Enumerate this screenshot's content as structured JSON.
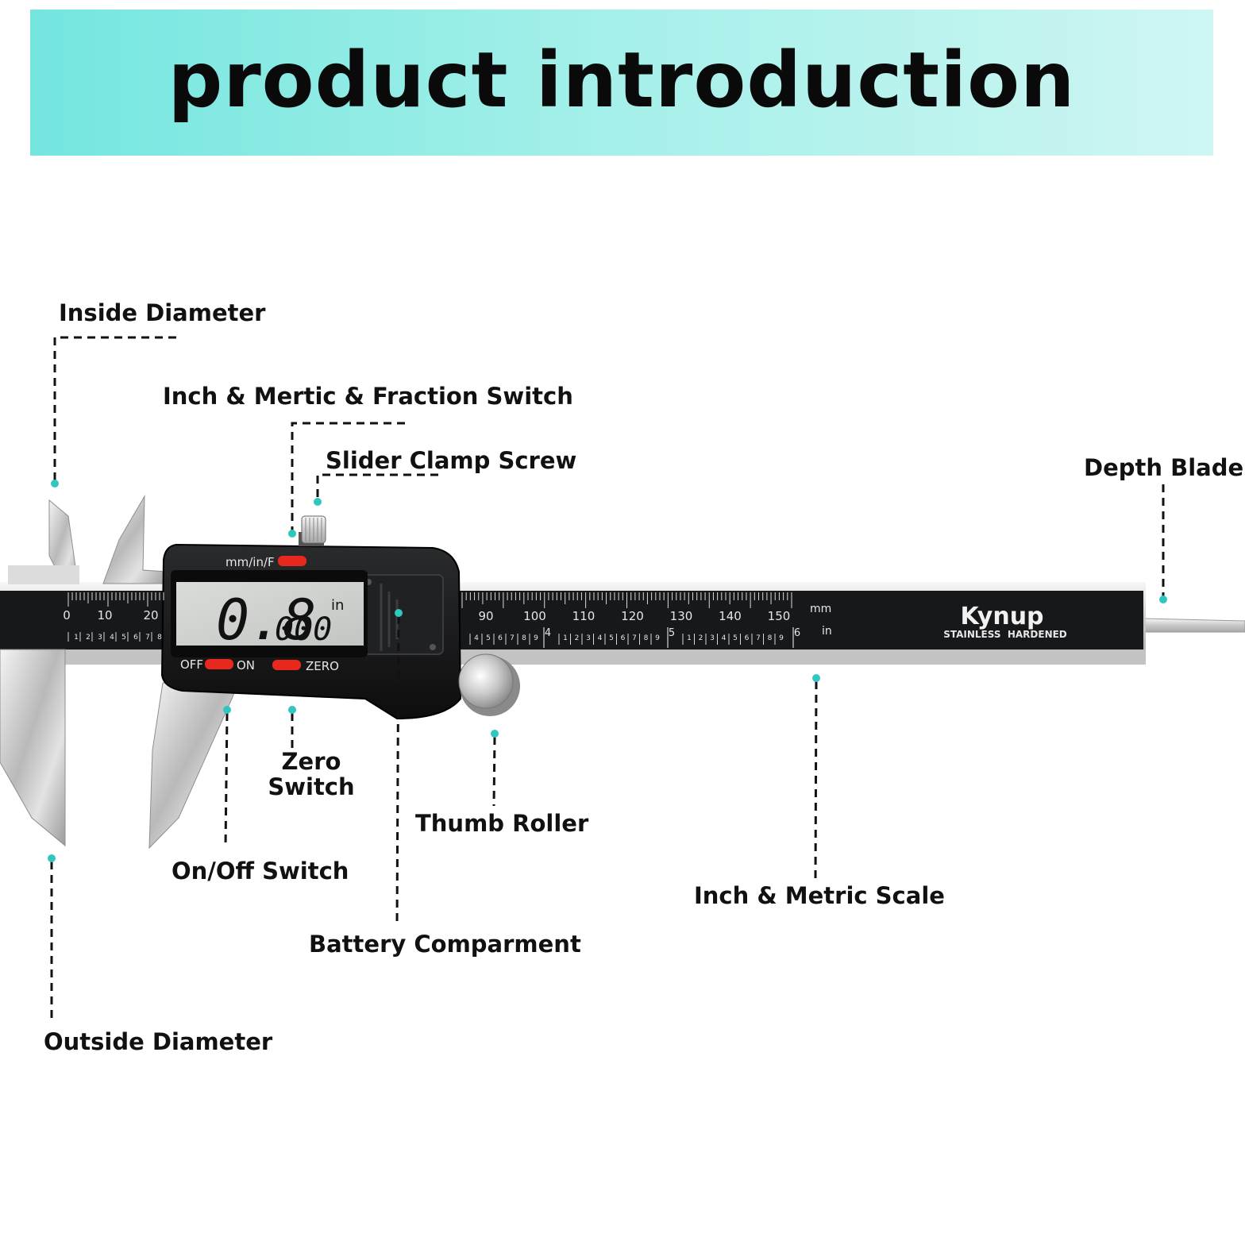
{
  "header": {
    "title": "product introduction"
  },
  "colors": {
    "banner_start": "#74e6df",
    "banner_end": "#cff6f2",
    "dot": "#2fc7c0",
    "button_red": "#e8281c",
    "lcd_bg": "#cfd3cf"
  },
  "labels": {
    "inside_diameter": "Inside Diameter",
    "unit_switch": "Inch & Mertic & Fraction Switch",
    "clamp_screw": "Slider Clamp Screw",
    "depth_blade": "Depth Blade",
    "zero_switch_line1": "Zero",
    "zero_switch_line2": "Switch",
    "thumb_roller": "Thumb Roller",
    "onoff_switch": "On/Off Switch",
    "battery": "Battery Comparment",
    "scale": "Inch & Metric Scale",
    "outside_diameter": "Outside Diameter"
  },
  "device": {
    "display_main": "0.8",
    "display_sub": "000",
    "display_unit": "in",
    "unit_button_label": "mm/in/F",
    "off_label": "OFF",
    "on_label": "ON",
    "zero_label": "ZERO",
    "brand": "Kynup",
    "brand_sub": "STAINLESS  HARDENED",
    "scale_mm_unit": "mm",
    "scale_in_unit": "in",
    "left_mm_labels": [
      "0",
      "10",
      "20"
    ],
    "left_inch_minor": [
      "1",
      "2",
      "3",
      "4",
      "5",
      "6",
      "7",
      "8"
    ],
    "right_mm_labels": [
      "90",
      "100",
      "110",
      "120",
      "130",
      "140",
      "150"
    ],
    "inch_major_labels": [
      "4",
      "5",
      "6"
    ],
    "inch_minor_digits": [
      "1",
      "2",
      "3",
      "4",
      "5",
      "6",
      "7",
      "8",
      "9"
    ]
  }
}
